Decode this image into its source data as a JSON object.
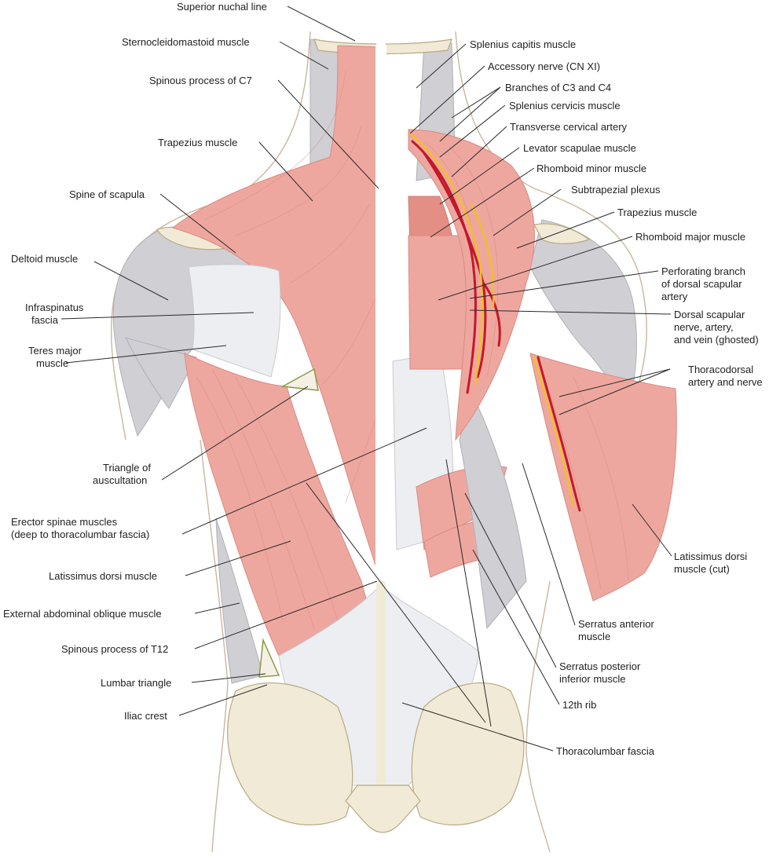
{
  "labels": [
    {
      "id": "superior-nuchal-line",
      "text": "Superior nuchal line"
    },
    {
      "id": "sternocleidomastoid",
      "text": "Sternocleidomastoid muscle"
    },
    {
      "id": "spinous-c7",
      "text": "Spinous process of C7"
    },
    {
      "id": "trapezius-left",
      "text": "Trapezius muscle"
    },
    {
      "id": "spine-of-scapula",
      "text": "Spine of scapula"
    },
    {
      "id": "deltoid",
      "text": "Deltoid muscle"
    },
    {
      "id": "infraspinatus-1",
      "text": "Infraspinatus"
    },
    {
      "id": "infraspinatus-2",
      "text": "fascia"
    },
    {
      "id": "teres-major-1",
      "text": "Teres major"
    },
    {
      "id": "teres-major-2",
      "text": "muscle"
    },
    {
      "id": "triangle-auscultation-1",
      "text": "Triangle of"
    },
    {
      "id": "triangle-auscultation-2",
      "text": "auscultation"
    },
    {
      "id": "erector-spinae-1",
      "text": "Erector spinae muscles"
    },
    {
      "id": "erector-spinae-2",
      "text": "(deep to thoracolumbar fascia)"
    },
    {
      "id": "latissimus-dorsi",
      "text": "Latissimus dorsi muscle"
    },
    {
      "id": "external-oblique",
      "text": "External abdominal oblique muscle"
    },
    {
      "id": "spinous-t12",
      "text": "Spinous process of T12"
    },
    {
      "id": "lumbar-triangle",
      "text": "Lumbar triangle"
    },
    {
      "id": "iliac-crest",
      "text": "Iliac crest"
    },
    {
      "id": "splenius-capitis",
      "text": "Splenius capitis muscle"
    },
    {
      "id": "accessory-nerve",
      "text": "Accessory nerve (CN XI)"
    },
    {
      "id": "branches-c3-c4",
      "text": "Branches of C3 and C4"
    },
    {
      "id": "splenius-cervicis",
      "text": "Splenius cervicis muscle"
    },
    {
      "id": "transverse-cervical-artery",
      "text": "Transverse cervical artery"
    },
    {
      "id": "levator-scapulae",
      "text": "Levator scapulae muscle"
    },
    {
      "id": "rhomboid-minor",
      "text": "Rhomboid minor muscle"
    },
    {
      "id": "subtrapezial-plexus",
      "text": "Subtrapezial plexus"
    },
    {
      "id": "trapezius-right",
      "text": "Trapezius muscle"
    },
    {
      "id": "rhomboid-major",
      "text": "Rhomboid major muscle"
    },
    {
      "id": "perforating-branch-1",
      "text": "Perforating branch"
    },
    {
      "id": "perforating-branch-2",
      "text": "of dorsal scapular"
    },
    {
      "id": "perforating-branch-3",
      "text": "artery"
    },
    {
      "id": "dorsal-scapular-1",
      "text": "Dorsal scapular"
    },
    {
      "id": "dorsal-scapular-2",
      "text": "nerve, artery,"
    },
    {
      "id": "dorsal-scapular-3",
      "text": "and vein (ghosted)"
    },
    {
      "id": "thoracodorsal-1",
      "text": "Thoracodorsal"
    },
    {
      "id": "thoracodorsal-2",
      "text": "artery and nerve"
    },
    {
      "id": "latissimus-cut-1",
      "text": "Latissimus dorsi"
    },
    {
      "id": "latissimus-cut-2",
      "text": "muscle (cut)"
    },
    {
      "id": "serratus-anterior-1",
      "text": "Serratus anterior"
    },
    {
      "id": "serratus-anterior-2",
      "text": "muscle"
    },
    {
      "id": "serratus-posterior-1",
      "text": "Serratus posterior"
    },
    {
      "id": "serratus-posterior-2",
      "text": "inferior muscle"
    },
    {
      "id": "rib-12",
      "text": "12th rib"
    },
    {
      "id": "thoracolumbar-fascia",
      "text": "Thoracolumbar fascia"
    }
  ]
}
